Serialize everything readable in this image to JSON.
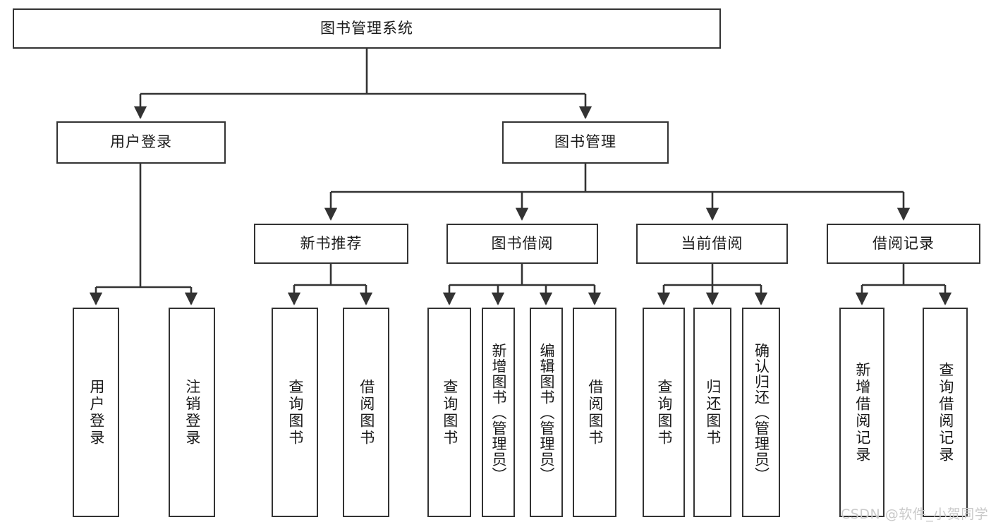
{
  "diagram": {
    "title": "图书管理系统",
    "type": "functional-structure-tree",
    "watermark": "CSDN @软件_小贺同学",
    "colors": {
      "stroke": "#333333",
      "fill": "#ffffff",
      "text": "#1a1a1a",
      "watermark": "#c9c9c9"
    },
    "levels": {
      "root": "图书管理系统",
      "level2": [
        "用户登录",
        "图书管理"
      ],
      "level3": [
        "新书推荐",
        "图书借阅",
        "当前借阅",
        "借阅记录"
      ]
    },
    "nodes": {
      "root": {
        "label": "图书管理系统"
      },
      "user_login": {
        "label": "用户登录"
      },
      "book_manage": {
        "label": "图书管理"
      },
      "new_book_rec": {
        "label": "新书推荐"
      },
      "book_borrow": {
        "label": "图书借阅"
      },
      "current_borrow": {
        "label": "当前借阅"
      },
      "borrow_record": {
        "label": "借阅记录"
      },
      "leaf_user_login": {
        "label": "用户登录"
      },
      "leaf_user_logout": {
        "label": "注销登录"
      },
      "leaf_query_book_1": {
        "label": "查询图书"
      },
      "leaf_borrow_book_1": {
        "label": "借阅图书"
      },
      "leaf_query_book_2": {
        "label": "查询图书"
      },
      "leaf_add_book": {
        "label": "新增图书（管理员）"
      },
      "leaf_edit_book": {
        "label": "编辑图书（管理员）"
      },
      "leaf_borrow_book_2": {
        "label": "借阅图书"
      },
      "leaf_query_book_3": {
        "label": "查询图书"
      },
      "leaf_return_book": {
        "label": "归还图书"
      },
      "leaf_confirm_return": {
        "label": "确认归还（管理员）"
      },
      "leaf_add_record": {
        "label": "新增借阅记录"
      },
      "leaf_query_record": {
        "label": "查询借阅记录"
      }
    }
  }
}
